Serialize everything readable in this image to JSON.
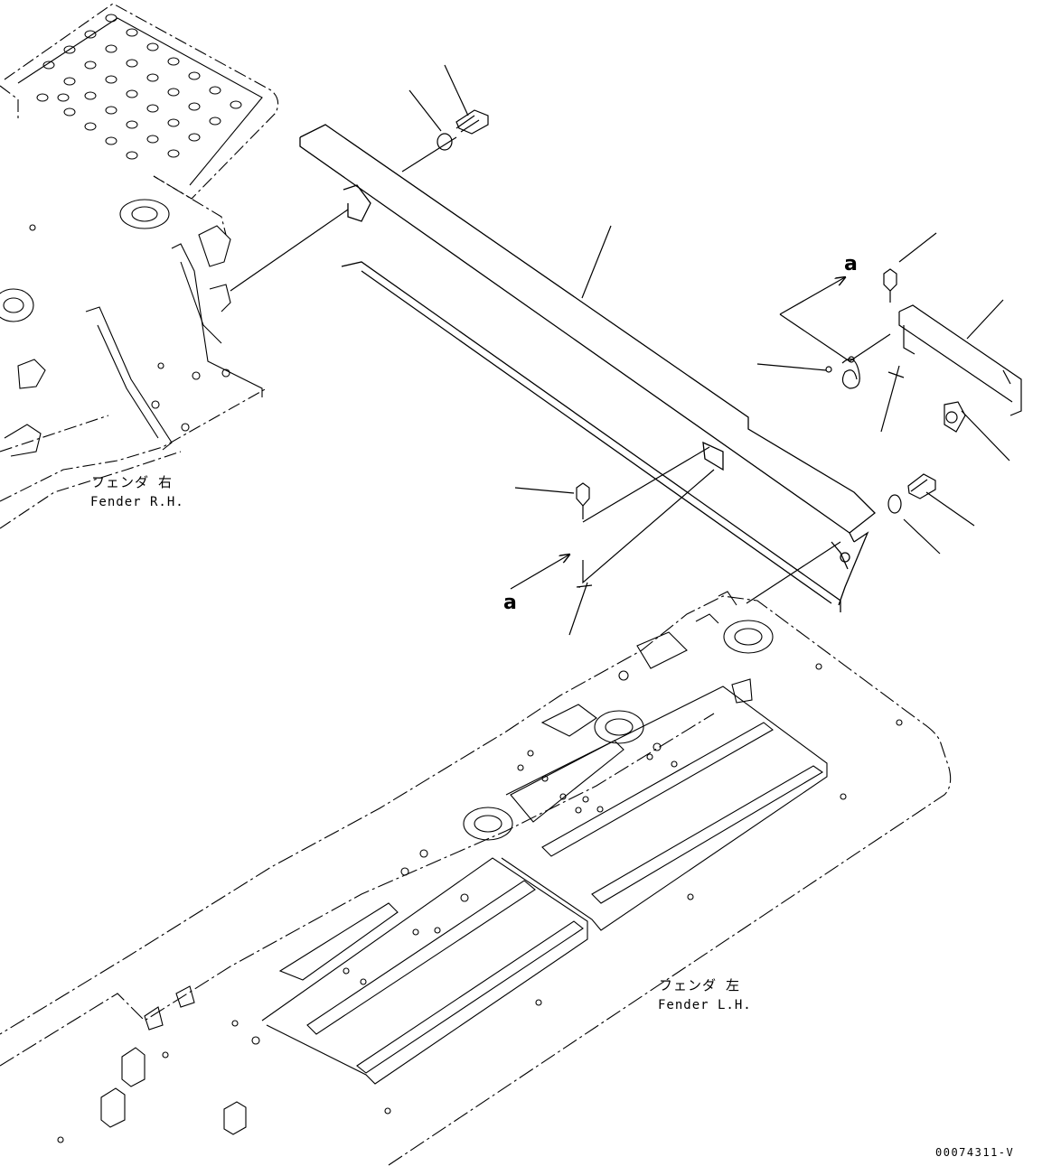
{
  "labels": {
    "fender_rh_jp": "フェンダ 右",
    "fender_rh_en": "Fender R.H.",
    "fender_lh_jp": "フェンダ 左",
    "fender_lh_en": "Fender L.H.",
    "view_ref_top": "a",
    "view_ref_bottom": "a",
    "drawing_code": "00074311-V"
  },
  "colors": {
    "line": "#000000",
    "background": "#ffffff"
  }
}
